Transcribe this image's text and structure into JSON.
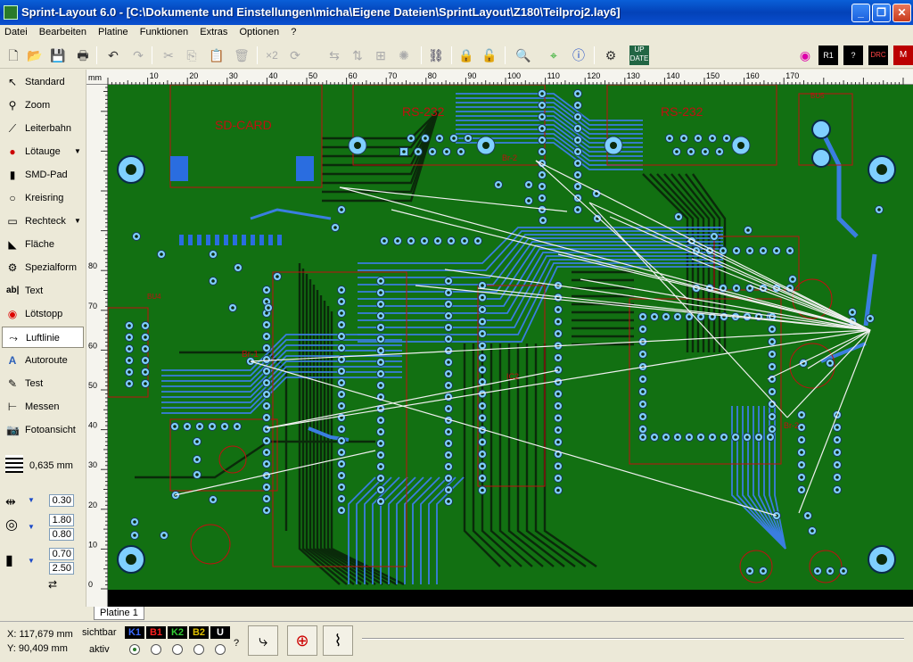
{
  "window": {
    "title": "Sprint-Layout 6.0 - [C:\\Dokumente und Einstellungen\\micha\\Eigene Dateien\\SprintLayout\\Z180\\Teilproj2.lay6]",
    "buttons": {
      "minimize": "_",
      "maximize": "❐",
      "close": "✕"
    }
  },
  "menu": [
    "Datei",
    "Bearbeiten",
    "Platine",
    "Funktionen",
    "Extras",
    "Optionen",
    "?"
  ],
  "tools": [
    {
      "label": "Standard",
      "icon": "arrow-icon"
    },
    {
      "label": "Zoom",
      "icon": "magnifier-icon"
    },
    {
      "label": "Leiterbahn",
      "icon": "track-icon"
    },
    {
      "label": "Lötauge",
      "icon": "pad-icon"
    },
    {
      "label": "SMD-Pad",
      "icon": "smd-pad-icon"
    },
    {
      "label": "Kreisring",
      "icon": "circle-icon"
    },
    {
      "label": "Rechteck",
      "icon": "rectangle-icon"
    },
    {
      "label": "Fläche",
      "icon": "area-icon"
    },
    {
      "label": "Spezialform",
      "icon": "special-form-icon"
    },
    {
      "label": "Text",
      "icon": "text-icon"
    },
    {
      "label": "Lötstopp",
      "icon": "solder-stop-icon"
    },
    {
      "label": "Luftlinie",
      "icon": "airwire-icon"
    },
    {
      "label": "Autoroute",
      "icon": "autoroute-icon"
    },
    {
      "label": "Test",
      "icon": "test-icon"
    },
    {
      "label": "Messen",
      "icon": "measure-icon"
    },
    {
      "label": "Fotoansicht",
      "icon": "camera-icon"
    }
  ],
  "grid": {
    "value": "0,635 mm"
  },
  "params": {
    "track_width": "0.30",
    "pad_outer": "1.80",
    "pad_inner": "0.80",
    "smd_width": "0.70",
    "smd_height": "2.50"
  },
  "ruler": {
    "unit": "mm",
    "top_labels": [
      "10",
      "20",
      "30",
      "40",
      "50",
      "60",
      "70",
      "80",
      "90",
      "100",
      "110",
      "120",
      "130",
      "140",
      "150",
      "160",
      "170"
    ],
    "left_labels": [
      "80",
      "70",
      "60",
      "50",
      "40",
      "30",
      "20",
      "10",
      "0"
    ]
  },
  "board_labels": {
    "sdcard": "SD-CARD",
    "rs232_left": "RS-232",
    "rs232_right": "RS-232",
    "bu1": "BU5",
    "bu2": "BU4",
    "ic2": "IC2",
    "br1": "Br-1",
    "br2": "Br-2",
    "br3": "Br-2"
  },
  "tabs": [
    "Platine 1"
  ],
  "status": {
    "x": "117,679 mm",
    "y": "90,409 mm",
    "x_label": "X:",
    "y_label": "Y:",
    "sichtbar": "sichtbar",
    "aktiv": "aktiv",
    "layers": [
      "K1",
      "B1",
      "K2",
      "B2",
      "U"
    ],
    "layer_colors": [
      "#3b6bff",
      "#ff2020",
      "#33cc33",
      "#e0c000",
      "#ffffff"
    ],
    "question": "?"
  }
}
